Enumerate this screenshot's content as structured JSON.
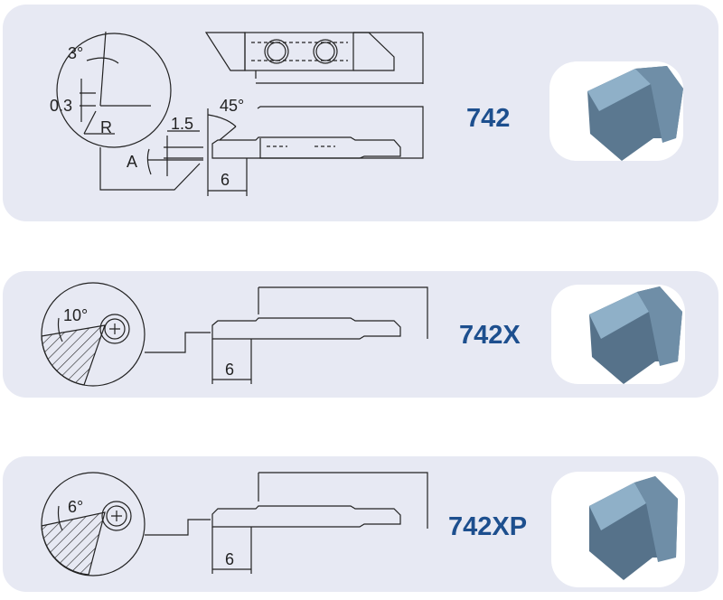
{
  "colors": {
    "panel_bg": "#e7e9f3",
    "label": "#1d4f8e",
    "insert_light": "#8fb0c8",
    "insert_dark": "#4f6b82"
  },
  "variants": [
    {
      "code": "742",
      "dims": {
        "angle": "3°",
        "edge": "0.3",
        "radius": "R",
        "chamfer_angle": "45°",
        "offset": "1.5",
        "clearance": "A",
        "width": "6"
      }
    },
    {
      "code": "742X",
      "dims": {
        "angle": "10°",
        "width": "6"
      }
    },
    {
      "code": "742XP",
      "dims": {
        "angle": "6°",
        "width": "6"
      }
    }
  ]
}
